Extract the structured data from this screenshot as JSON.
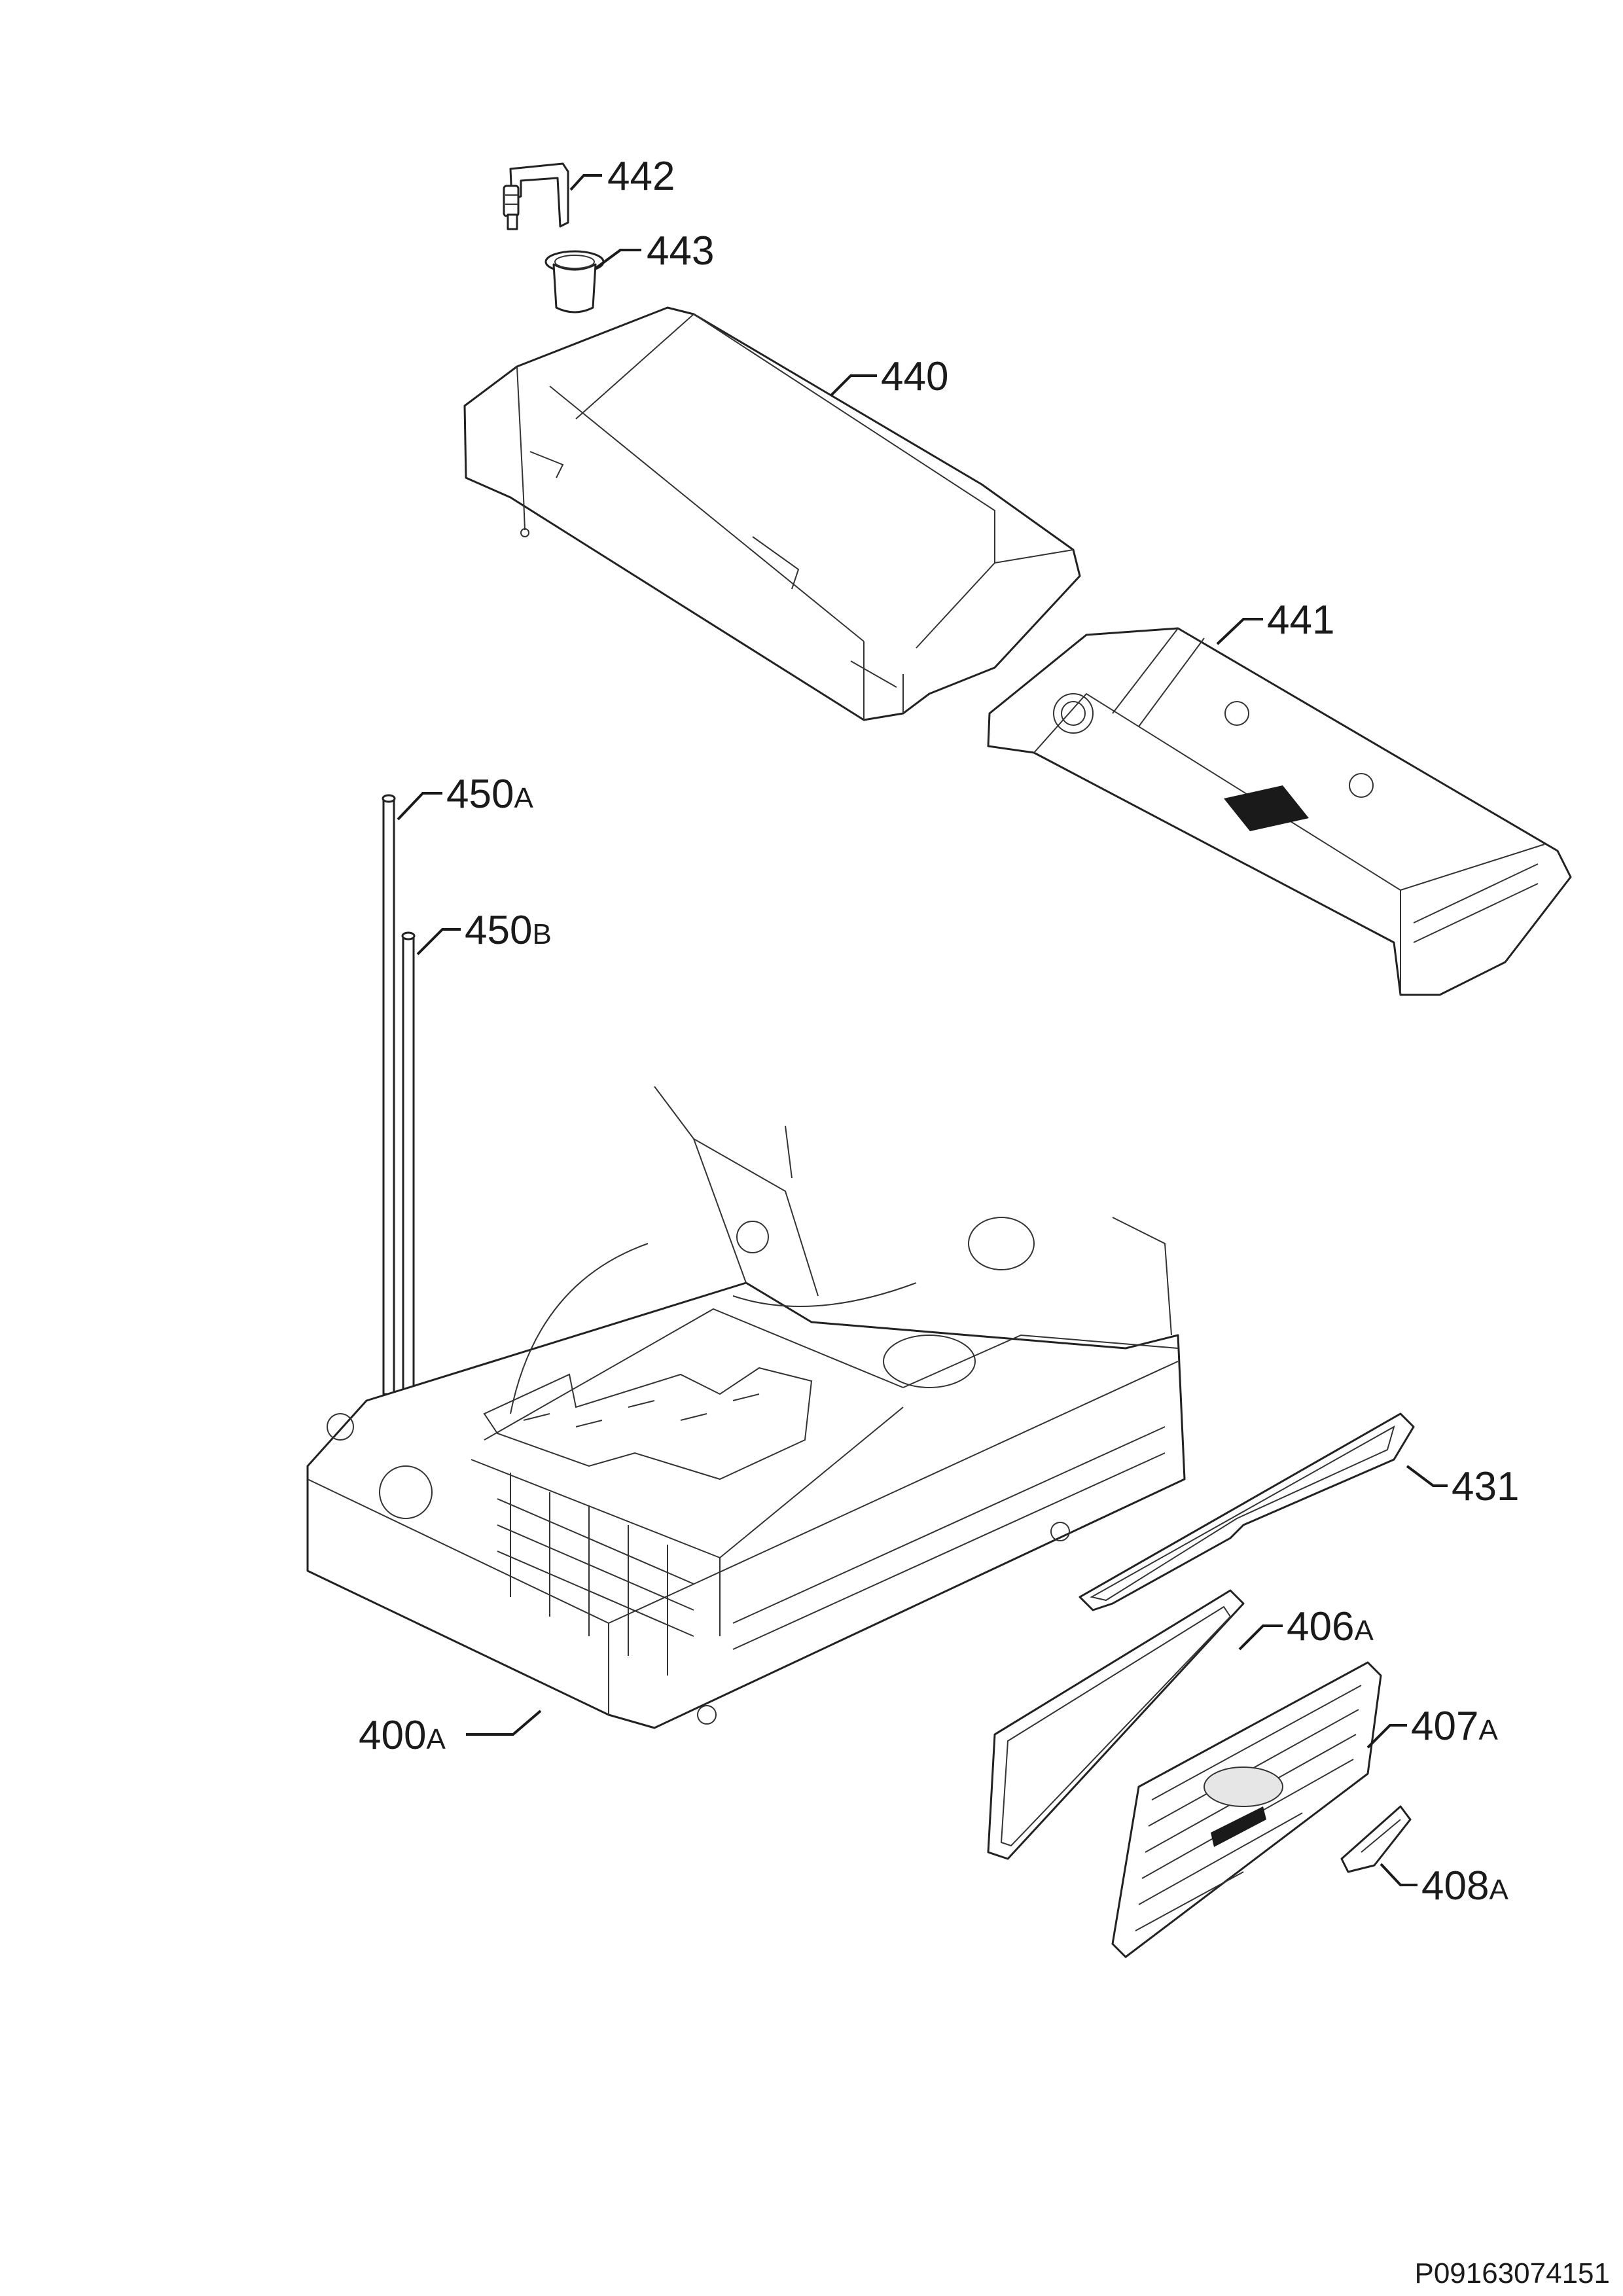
{
  "callouts": [
    {
      "key": "c442",
      "num": "442",
      "suffix": ""
    },
    {
      "key": "c443",
      "num": "443",
      "suffix": ""
    },
    {
      "key": "c440",
      "num": "440",
      "suffix": ""
    },
    {
      "key": "c441",
      "num": "441",
      "suffix": ""
    },
    {
      "key": "c450a",
      "num": "450",
      "suffix": "A"
    },
    {
      "key": "c450b",
      "num": "450",
      "suffix": "B"
    },
    {
      "key": "c431",
      "num": "431",
      "suffix": ""
    },
    {
      "key": "c406a",
      "num": "406",
      "suffix": "A"
    },
    {
      "key": "c407a",
      "num": "407",
      "suffix": "A"
    },
    {
      "key": "c400a",
      "num": "400",
      "suffix": "A"
    },
    {
      "key": "c408a",
      "num": "408",
      "suffix": "A"
    }
  ],
  "document_number": "P09163074151"
}
